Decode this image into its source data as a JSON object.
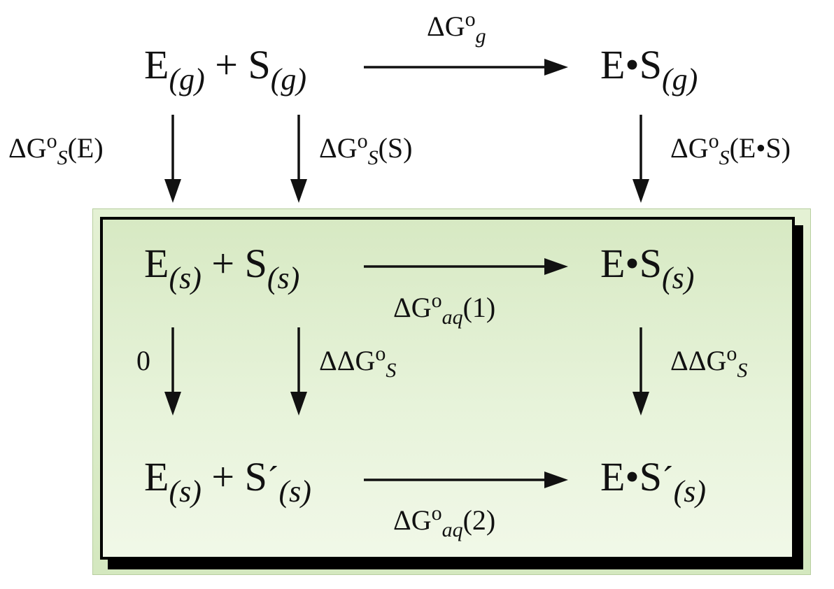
{
  "species": {
    "gas_reactants": {
      "e": "E",
      "e_phase": "(g)",
      "plus": "+",
      "s": "S",
      "s_phase": "(g)"
    },
    "gas_product": {
      "es": "E•S",
      "phase": "(g)"
    },
    "sol_reactants": {
      "e": "E",
      "e_phase": "(s)",
      "plus": "+",
      "s": "S",
      "s_phase": "(s)"
    },
    "sol_product": {
      "es": "E•S",
      "phase": "(s)"
    },
    "mod_reactants": {
      "e": "E",
      "e_phase": "(s)",
      "plus": "+",
      "s": "S",
      "prime": "´",
      "s_phase": "(s)"
    },
    "mod_product": {
      "es": "E•S",
      "prime": "´",
      "phase": "(s)"
    }
  },
  "energies": {
    "dg_gas": {
      "main": "ΔG",
      "sup": "o",
      "sub": "g",
      "tail": ""
    },
    "dg_solv_e": {
      "main": "ΔG",
      "sup": "o",
      "sub": "S",
      "tail": "(E)"
    },
    "dg_solv_s": {
      "main": "ΔG",
      "sup": "o",
      "sub": "S",
      "tail": "(S)"
    },
    "dg_solv_es": {
      "main": "ΔG",
      "sup": "o",
      "sub": "S",
      "tail": "(E•S)"
    },
    "dg_aq1": {
      "main": "ΔG",
      "sup": "o",
      "sub": "aq",
      "tail": "(1)"
    },
    "zero": "0",
    "ddg_s_left": {
      "main": "ΔΔG",
      "sup": "o",
      "sub": "S",
      "tail": ""
    },
    "ddg_s_right": {
      "main": "ΔΔG",
      "sup": "o",
      "sub": "S",
      "tail": ""
    },
    "dg_aq2": {
      "main": "ΔG",
      "sup": "o",
      "sub": "aq",
      "tail": "(2)"
    }
  },
  "colors": {
    "box_fill": "#e1efcf",
    "box_border": "#000000",
    "outer_border": "#b8cfa0",
    "arrow": "#111111"
  }
}
